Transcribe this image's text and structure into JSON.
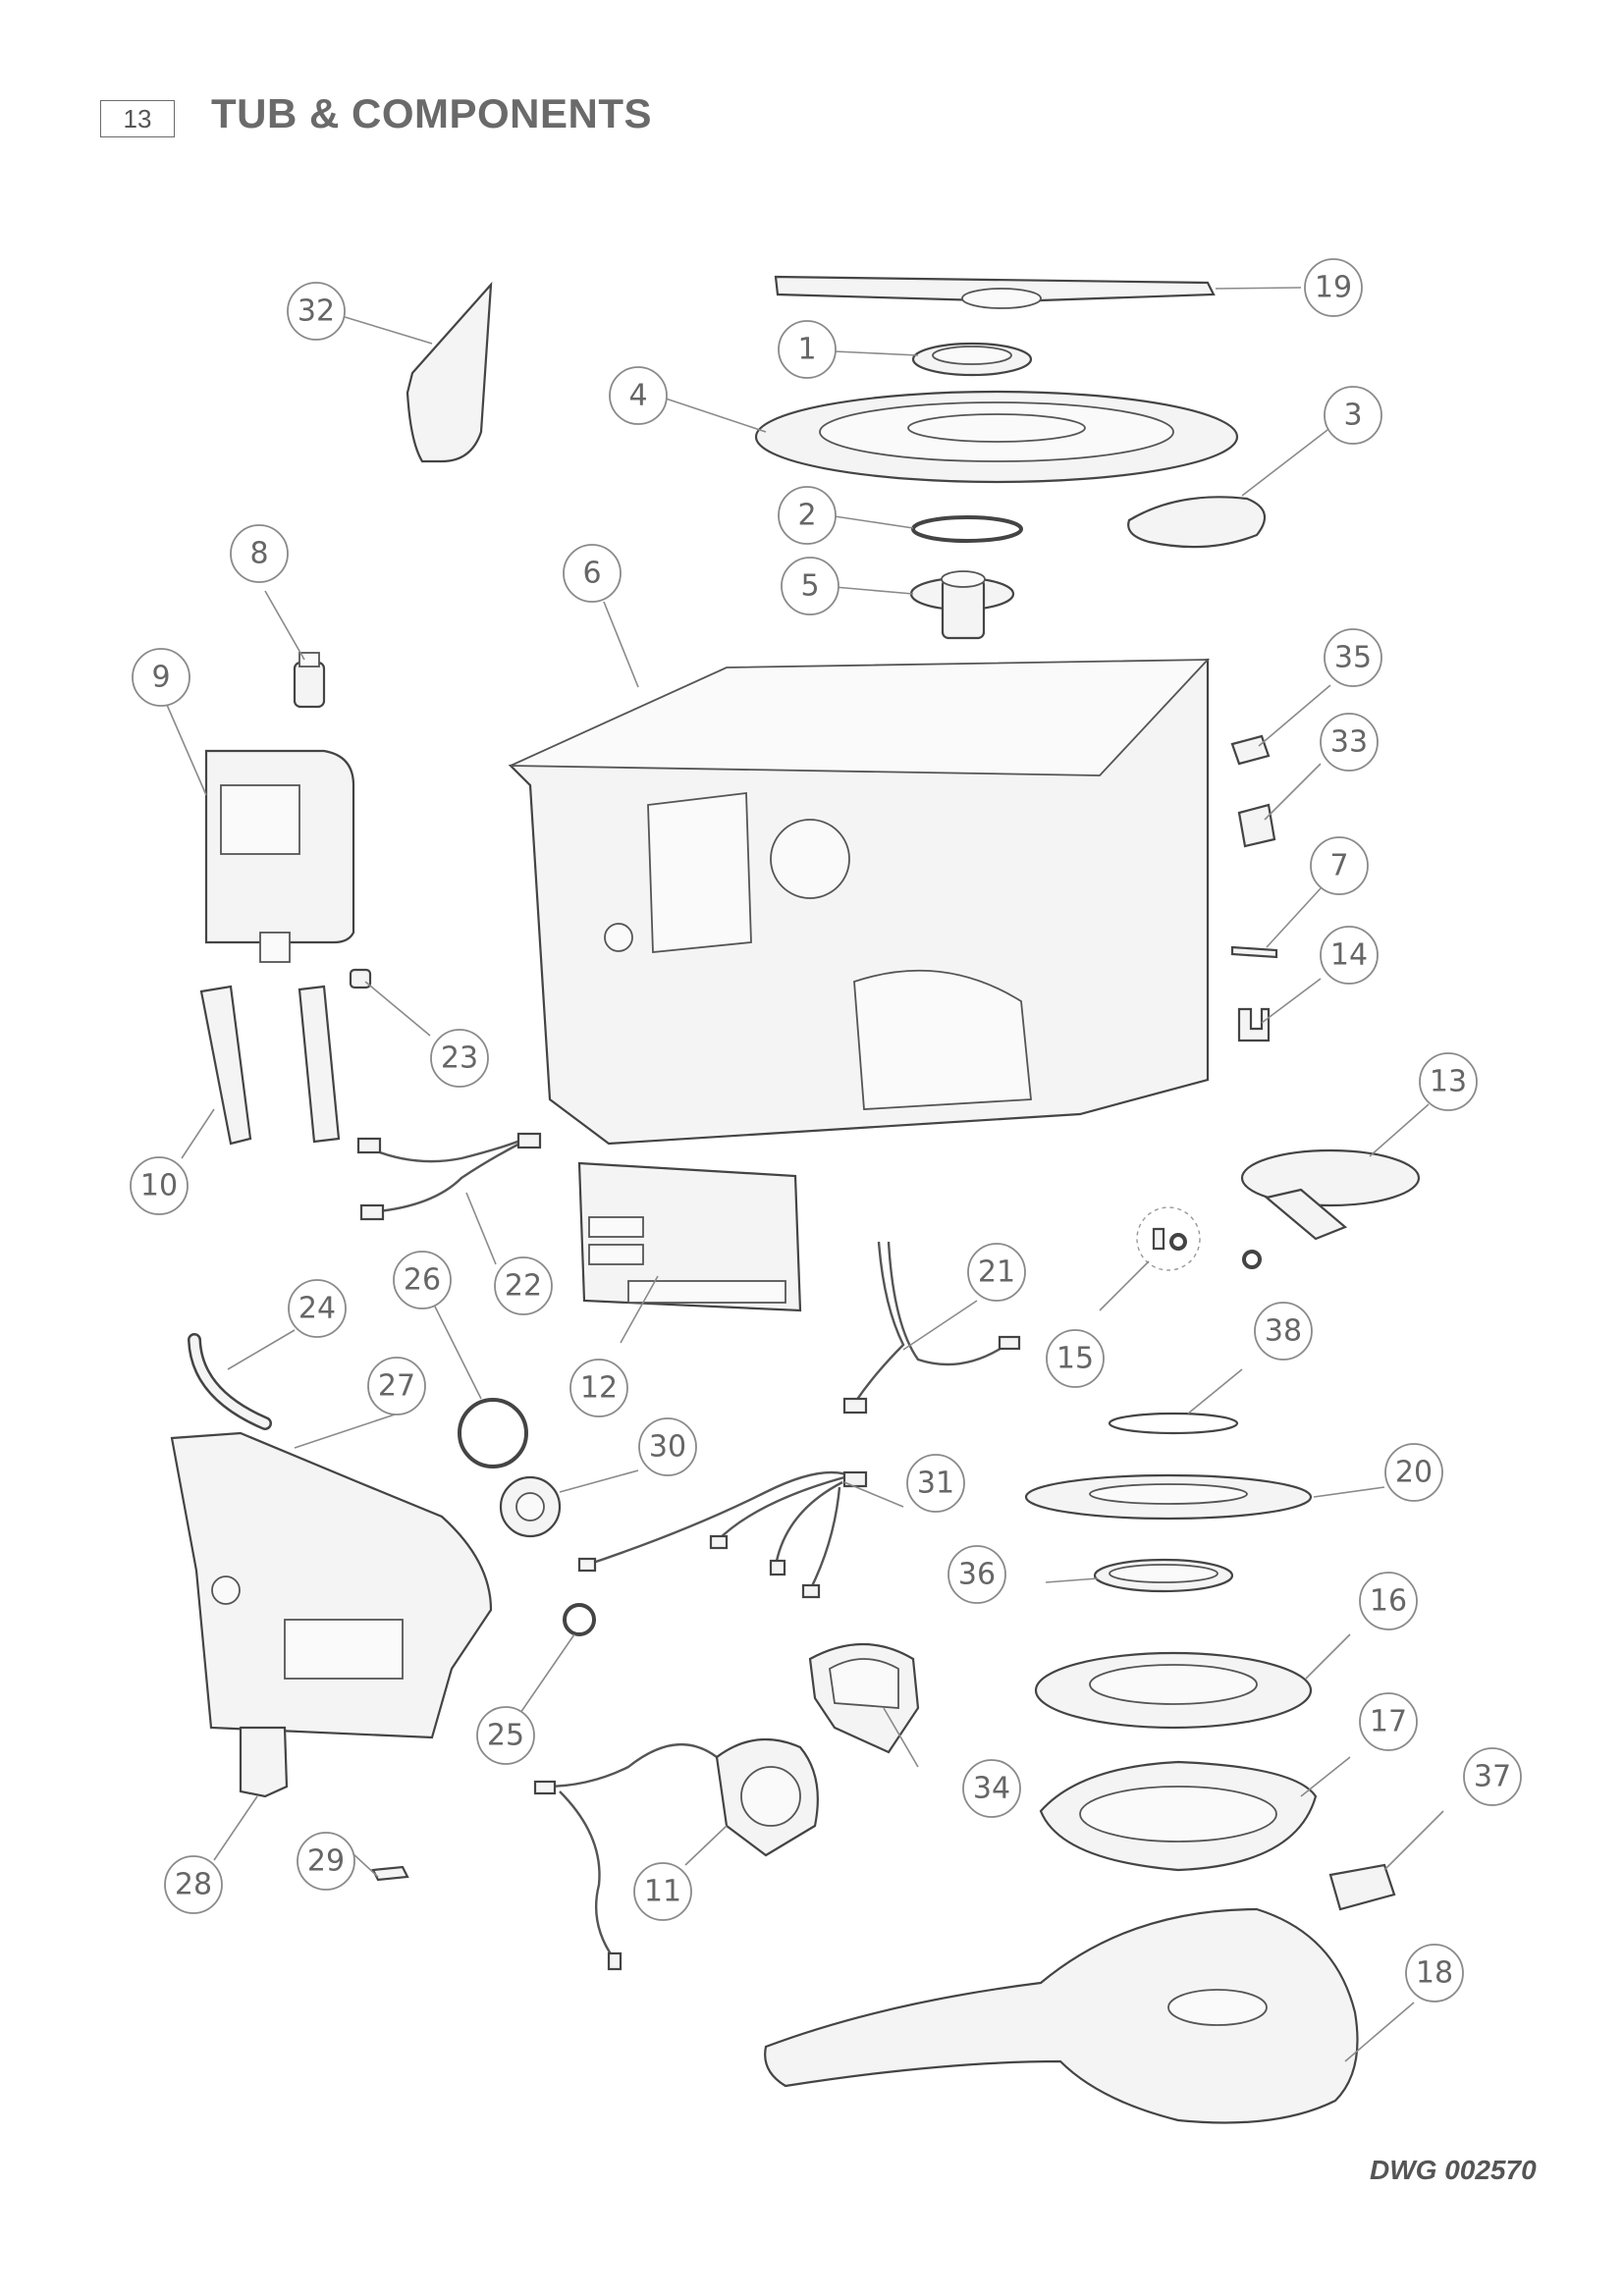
{
  "header": {
    "page_number": "13",
    "title": "TUB & COMPONENTS"
  },
  "footer": {
    "drawing_id": "DWG 002570"
  },
  "callouts": [
    {
      "id": "callout-1",
      "label": "1"
    },
    {
      "id": "callout-2",
      "label": "2"
    },
    {
      "id": "callout-3",
      "label": "3"
    },
    {
      "id": "callout-4",
      "label": "4"
    },
    {
      "id": "callout-5",
      "label": "5"
    },
    {
      "id": "callout-6",
      "label": "6"
    },
    {
      "id": "callout-7",
      "label": "7"
    },
    {
      "id": "callout-8",
      "label": "8"
    },
    {
      "id": "callout-9",
      "label": "9"
    },
    {
      "id": "callout-10",
      "label": "10"
    },
    {
      "id": "callout-11",
      "label": "11"
    },
    {
      "id": "callout-12",
      "label": "12"
    },
    {
      "id": "callout-13",
      "label": "13"
    },
    {
      "id": "callout-14",
      "label": "14"
    },
    {
      "id": "callout-15",
      "label": "15"
    },
    {
      "id": "callout-16",
      "label": "16"
    },
    {
      "id": "callout-17",
      "label": "17"
    },
    {
      "id": "callout-18",
      "label": "18"
    },
    {
      "id": "callout-19",
      "label": "19"
    },
    {
      "id": "callout-20",
      "label": "20"
    },
    {
      "id": "callout-21",
      "label": "21"
    },
    {
      "id": "callout-22",
      "label": "22"
    },
    {
      "id": "callout-23",
      "label": "23"
    },
    {
      "id": "callout-24",
      "label": "24"
    },
    {
      "id": "callout-25",
      "label": "25"
    },
    {
      "id": "callout-26",
      "label": "26"
    },
    {
      "id": "callout-27",
      "label": "27"
    },
    {
      "id": "callout-28",
      "label": "28"
    },
    {
      "id": "callout-29",
      "label": "29"
    },
    {
      "id": "callout-30",
      "label": "30"
    },
    {
      "id": "callout-31",
      "label": "31"
    },
    {
      "id": "callout-32",
      "label": "32"
    },
    {
      "id": "callout-33",
      "label": "33"
    },
    {
      "id": "callout-34",
      "label": "34"
    },
    {
      "id": "callout-35",
      "label": "35"
    },
    {
      "id": "callout-36",
      "label": "36"
    },
    {
      "id": "callout-37",
      "label": "37"
    },
    {
      "id": "callout-38",
      "label": "38"
    }
  ]
}
